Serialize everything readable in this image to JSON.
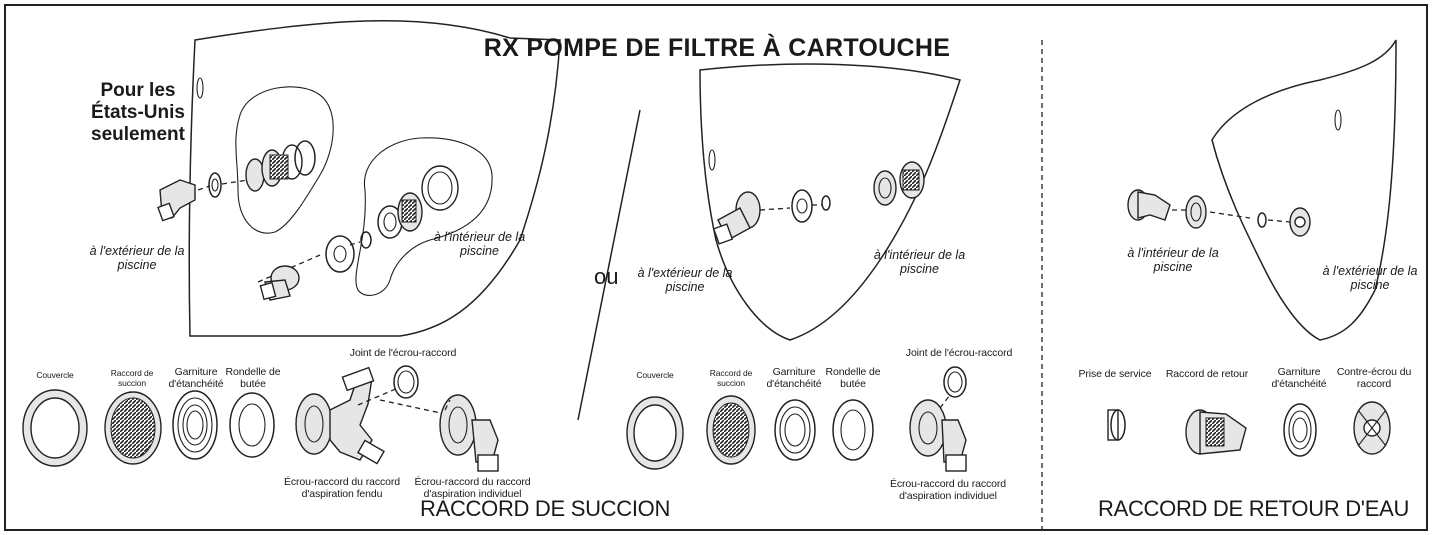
{
  "title": "RX POMPE DE FILTRE À CARTOUCHE",
  "us_note": "Pour les États-Unis seulement",
  "or_label": "ou",
  "locations": {
    "p1_outside": "à l'extérieur de la piscine",
    "p1_inside": "à l'intérieur de la piscine",
    "p2_outside": "à l'extérieur de la piscine",
    "p2_inside": "à l'intérieur de la piscine",
    "p3_inside": "à l'intérieur de la piscine",
    "p3_outside": "à l'extérieur de la piscine"
  },
  "suction_parts_1": {
    "cover": "Couvercle",
    "fitting": "Raccord de succion",
    "gasket": "Garniture d'étanchéité",
    "washer": "Rondelle de butée",
    "oring": "Joint de l'écrou-raccord",
    "split_nut": "Écrou-raccord du raccord d'aspiration fendu",
    "single_nut": "Écrou-raccord du raccord d'aspiration individuel"
  },
  "suction_parts_2": {
    "cover": "Couvercle",
    "fitting": "Raccord de succion",
    "gasket": "Garniture d'étanchéité",
    "washer": "Rondelle de butée",
    "oring": "Joint de l'écrou-raccord",
    "single_nut": "Écrou-raccord du raccord d'aspiration individuel"
  },
  "return_parts": {
    "service": "Prise de service",
    "return_fitting": "Raccord de retour",
    "gasket": "Garniture d'étanchéité",
    "locknut": "Contre-écrou du raccord"
  },
  "sections": {
    "suction": "RACCORD DE SUCCION",
    "return": "RACCORD DE RETOUR D'EAU"
  }
}
